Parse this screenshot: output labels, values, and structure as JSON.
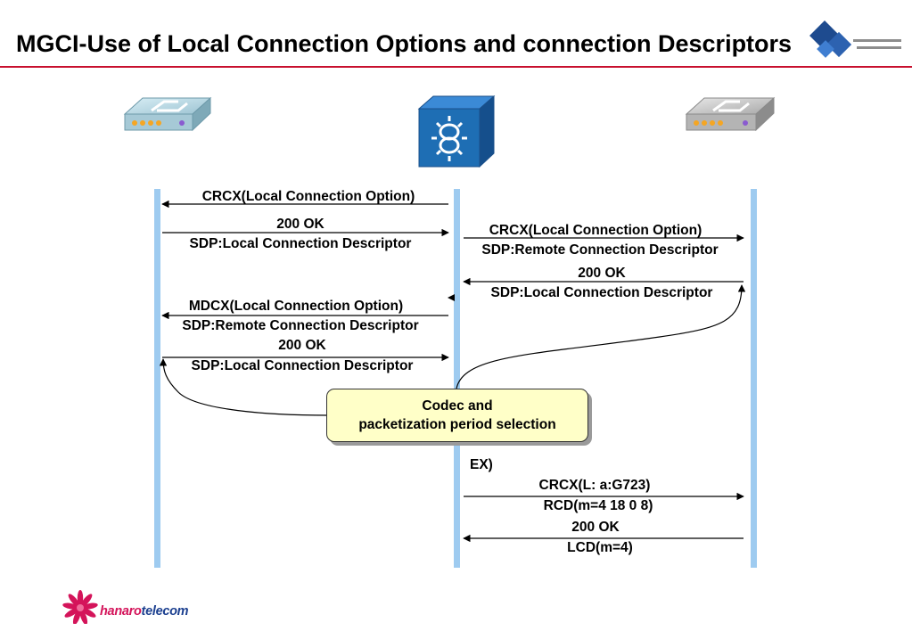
{
  "title": "MGCI-Use of Local Connection Options and connection Descriptors",
  "colors": {
    "title_rule": "#c8102e",
    "lifeline": "#9ecbf0",
    "box_fill": "#ffffc8",
    "call_agent": "#1e6eb4"
  },
  "icons": {
    "left_entity": "media-gateway-icon",
    "center_entity": "call-agent-icon",
    "right_entity": "media-gateway-icon"
  },
  "messages": {
    "m1": "CRCX(Local Connection Option)",
    "m2a": "200 OK",
    "m2b": "SDP:Local Connection Descriptor",
    "m3a": "CRCX(Local Connection Option)",
    "m3b": "SDP:Remote Connection Descriptor",
    "m4a": "200 OK",
    "m4b": "SDP:Local Connection Descriptor",
    "m5a": "MDCX(Local Connection Option)",
    "m5b": "SDP:Remote Connection Descriptor",
    "m6a": "200 OK",
    "m6b": "SDP:Local Connection Descriptor"
  },
  "codec_box": {
    "line1": "Codec and",
    "line2": "packetization period selection"
  },
  "example": {
    "label": "EX)",
    "m1a": "CRCX(L: a:G723)",
    "m1b": "RCD(m=4 18 0 8)",
    "m2a": "200 OK",
    "m2b": "LCD(m=4)"
  },
  "footer": {
    "brand_part1": "hanaro",
    "brand_part2": "telecom"
  }
}
